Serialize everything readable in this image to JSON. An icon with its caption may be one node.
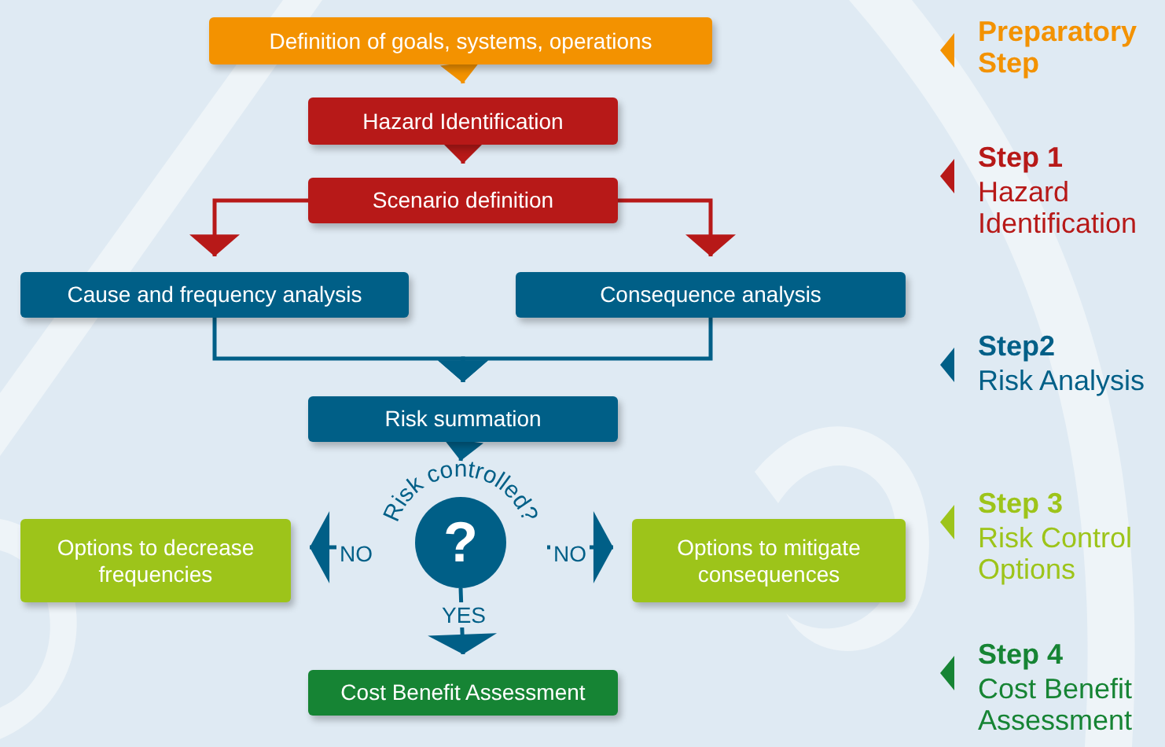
{
  "diagram": {
    "nodes": [
      {
        "text": [
          "Definition of goals, systems, operations"
        ]
      },
      {
        "text": [
          "Hazard Identification"
        ]
      },
      {
        "text": [
          "Scenario definition"
        ]
      },
      {
        "text": [
          "Cause and frequency analysis"
        ]
      },
      {
        "text": [
          "Consequence analysis"
        ]
      },
      {
        "text": [
          "Risk summation"
        ]
      },
      {
        "text": [
          "Risk controlled?",
          "?"
        ]
      },
      {
        "text": [
          "Options to decrease frequencies"
        ]
      },
      {
        "text": [
          "Options to mitigate consequences"
        ]
      },
      {
        "text": [
          "Cost Benefit Assessment"
        ]
      }
    ],
    "edges": [
      {
        "from": 0,
        "to": 1,
        "arrow": "to",
        "color": "#f39200"
      },
      {
        "from": 1,
        "to": 2,
        "arrow": "to",
        "color": "#b71918"
      },
      {
        "from": 2,
        "to": 3,
        "arrow": "to",
        "color": "#b71918"
      },
      {
        "from": 2,
        "to": 4,
        "arrow": "to",
        "color": "#b71918"
      },
      {
        "from": 3,
        "to": 5,
        "arrow": "to"
      },
      {
        "from": 4,
        "to": 5,
        "arrow": "to"
      },
      {
        "from": 5,
        "to": 6,
        "arrow": "to"
      },
      {
        "from": 6,
        "to": 7,
        "arrow": "to",
        "label": "NO"
      },
      {
        "from": 6,
        "to": 8,
        "arrow": "to",
        "label": "NO"
      },
      {
        "from": 6,
        "to": 9,
        "arrow": "to",
        "label": "YES"
      }
    ],
    "labels": [
      "Preparatory Step",
      "Step 1",
      "Hazard Identification",
      "Step2",
      "Risk Analysis",
      "Step 3",
      "Risk Control Options",
      "Step 4",
      "Cost Benefit Assessment"
    ]
  }
}
